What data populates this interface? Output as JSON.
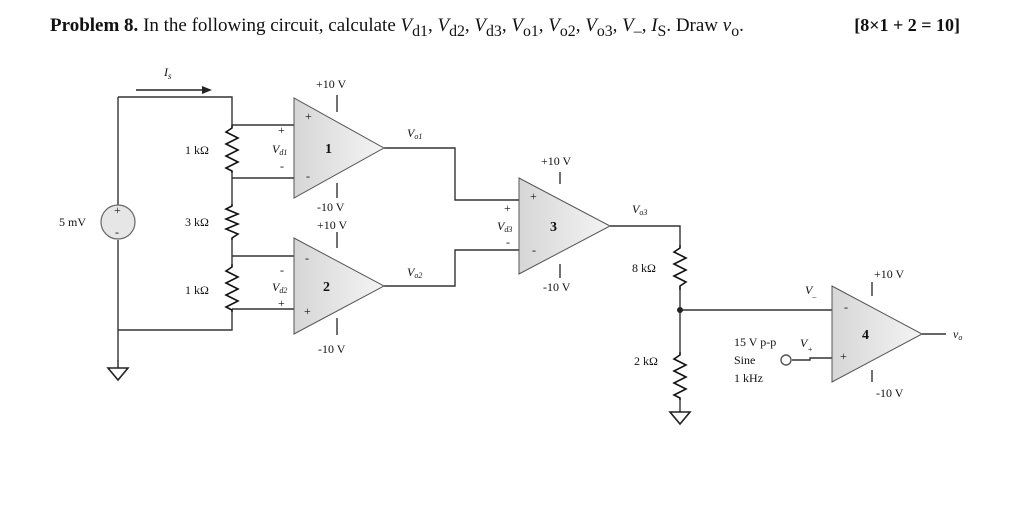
{
  "header": {
    "problem_label": "Problem 8.",
    "problem_text": "In the following circuit, calculate",
    "variables": [
      "V",
      "V",
      "V",
      "V",
      "V",
      "V",
      "V",
      "I"
    ],
    "variable_subs": [
      "d1",
      "d2",
      "d3",
      "o1",
      "o2",
      "o3",
      "–",
      "S"
    ],
    "draw_text": "Draw",
    "draw_var": "v",
    "draw_sub": "o",
    "score": "[8×1 + 2 = 10]"
  },
  "circuit": {
    "source_label": "5 mV",
    "current_label": "I",
    "current_sub": "s",
    "resistors": {
      "r1": "1 kΩ",
      "r2": "3 kΩ",
      "r3": "1 kΩ",
      "r4": "8 kΩ",
      "r5": "2 kΩ"
    },
    "opamps": [
      "1",
      "2",
      "3",
      "4"
    ],
    "supply_pos": "+10 V",
    "supply_neg": "-10 V",
    "node_labels": {
      "vd1": "V",
      "vd1_sub": "d1",
      "vd2": "V",
      "vd2_sub": "d2",
      "vd3": "V",
      "vd3_sub": "d3",
      "vo1": "V",
      "vo1_sub": "o1",
      "vo2": "V",
      "vo2_sub": "o2",
      "vo3": "V",
      "vo3_sub": "o3",
      "vminus": "V",
      "vminus_sub": "_",
      "vplus": "V",
      "vplus_sub": "+",
      "vo": "v",
      "vo_sub": "o"
    },
    "sine_source": {
      "line1": "15 V p-p",
      "line2": "Sine",
      "line3": "1 kHz"
    },
    "signs": {
      "plus": "+",
      "minus": "-"
    }
  }
}
